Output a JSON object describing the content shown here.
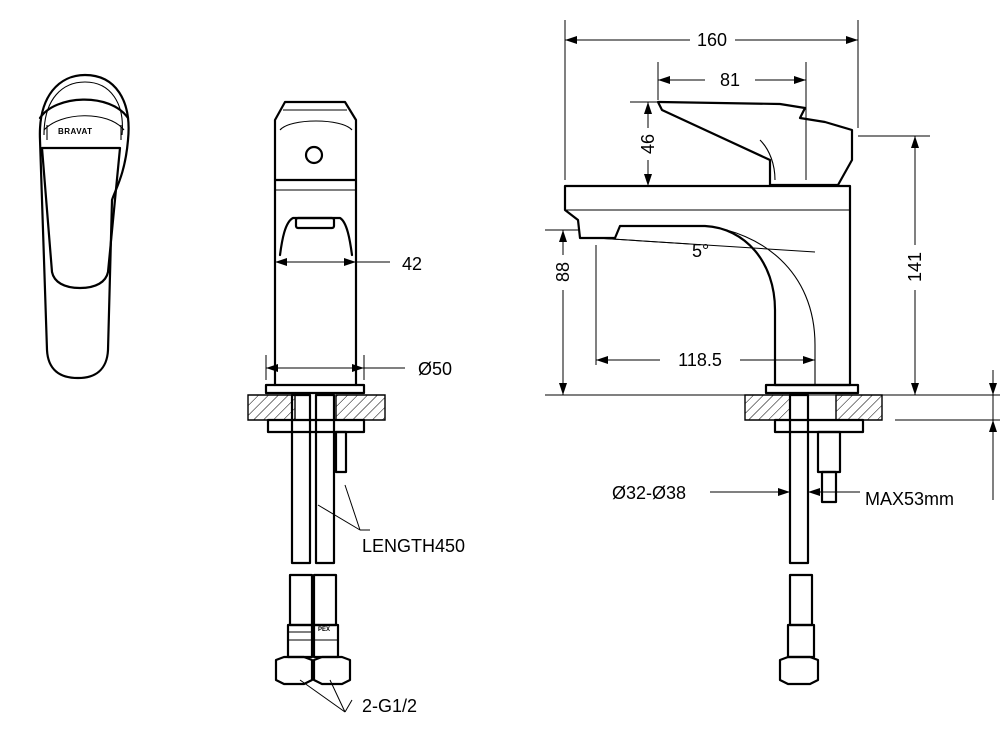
{
  "brand_logo": "BRAVAT",
  "hose_tag": "PEX",
  "dimensions": {
    "overall_length": "160",
    "lever_length": "81",
    "lever_height": "46",
    "spout_angle": "5°",
    "spout_height": "88",
    "total_height": "141",
    "spout_reach": "118.5",
    "body_width": "42",
    "base_diameter": "Ø50",
    "hole_diameter": "Ø32-Ø38",
    "max_counter_thickness": "MAX53mm",
    "hose_length": "LENGTH450",
    "connection": "2-G1/2"
  }
}
